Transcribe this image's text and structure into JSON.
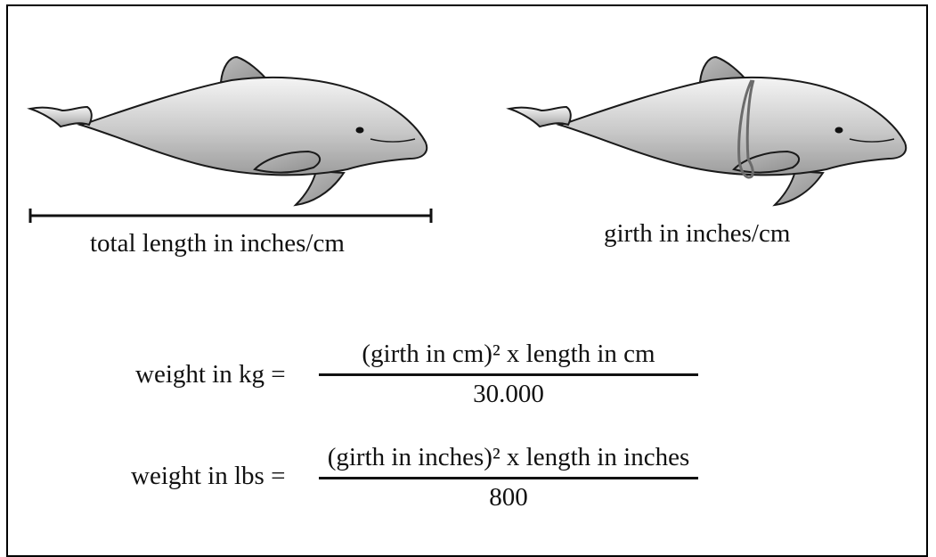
{
  "captions": {
    "length": "total length in inches/cm",
    "girth": "girth in inches/cm"
  },
  "formulas": {
    "kg": {
      "label": "weight in kg =",
      "numerator": "(girth in cm)² x length in cm",
      "denominator": "30.000"
    },
    "lbs": {
      "label": "weight in lbs =",
      "numerator": "(girth in inches)² x length in inches",
      "denominator": "800"
    }
  },
  "colors": {
    "outline": "#1a1a1a",
    "body_light": "#f2f2f2",
    "body_dark": "#a9a9a9",
    "girth_ring": "#6b6b6b"
  }
}
